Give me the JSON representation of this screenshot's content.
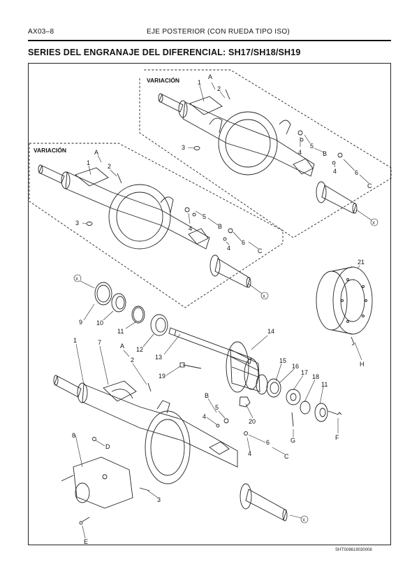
{
  "header": {
    "code": "AX03–8",
    "title": "EJE POSTERIOR (CON RUEDA TIPO ISO)"
  },
  "section_title": "SERIES DEL ENGRANAJE DEL DIFERENCIAL: SH17/SH18/SH19",
  "variation_top": {
    "title": "VARIACIÓN",
    "labels": [
      "1",
      "A",
      "2",
      "3",
      "4",
      "5",
      "B",
      "4",
      "6",
      "C",
      "X"
    ]
  },
  "variation_mid": {
    "title": "VARIACIÓN",
    "labels": [
      "A",
      "1",
      "2",
      "3",
      "4",
      "5",
      "B",
      "4",
      "6",
      "C",
      "X"
    ]
  },
  "main_labels": {
    "x": "X",
    "n9": "9",
    "n10": "10",
    "n11a": "11",
    "n12": "12",
    "n13": "13",
    "n14": "14",
    "n21": "21",
    "h": "H",
    "n1": "1",
    "n7": "7",
    "a": "A",
    "n2": "2",
    "n19": "19",
    "n15": "15",
    "n16": "16",
    "n17": "17",
    "n18": "18",
    "n11b": "11",
    "b": "B",
    "n5": "5",
    "n4a": "4",
    "n20": "20",
    "g": "G",
    "f": "F",
    "n8": "8",
    "d": "D",
    "n6": "6",
    "c": "C",
    "n4b": "4",
    "n3": "3",
    "e": "E",
    "x2": "X"
  },
  "footer_code": "SHTS08619030008"
}
